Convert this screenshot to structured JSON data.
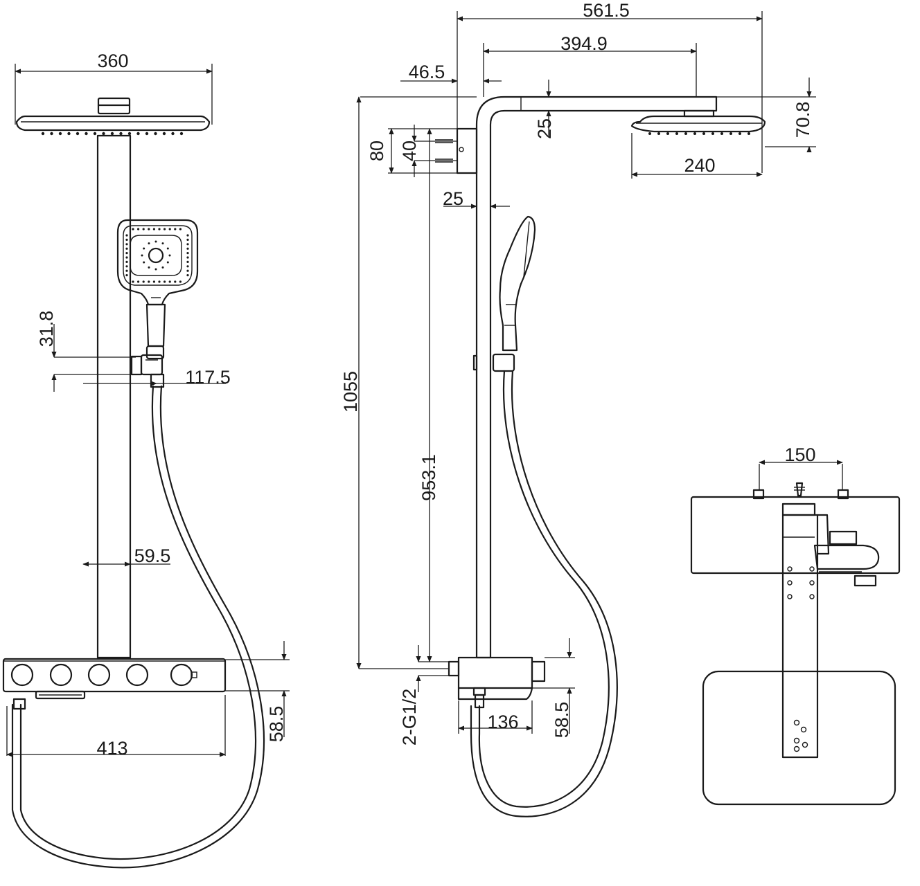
{
  "front_view": {
    "dims": {
      "head_width": "360",
      "holder_height": "31.8",
      "holder_offset": "117.5",
      "rail_offset": "59.5",
      "body_width": "413",
      "body_height": "58.5"
    }
  },
  "side_view": {
    "dims": {
      "total_reach": "561.5",
      "arm_reach": "394.9",
      "wall_offset": "46.5",
      "arm_thickness": "25",
      "head_height": "70.8",
      "head_diameter": "240",
      "bracket_outer": "80",
      "bracket_inner": "40",
      "pipe_diameter": "25",
      "total_height": "1055",
      "rail_height": "953.1",
      "connector": "2-G1/2",
      "body_depth": "136",
      "body_height": "58.5"
    }
  },
  "top_view": {
    "dims": {
      "inlet_spacing": "150"
    }
  }
}
